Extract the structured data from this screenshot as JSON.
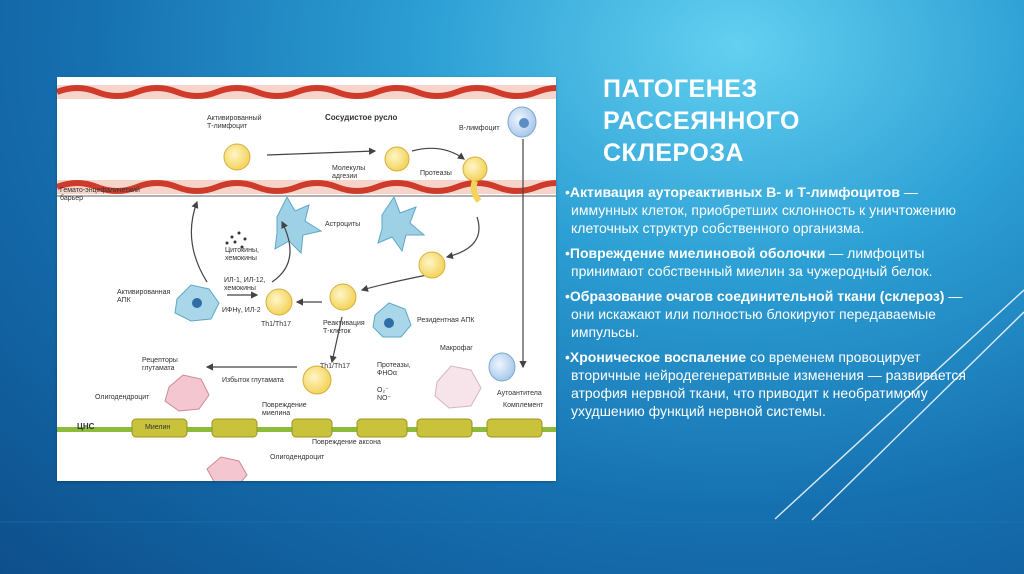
{
  "slide": {
    "title": "ПАТОГЕНЕЗ\nРАССЕЯННОГО\nСКЛЕРОЗА",
    "bullets": [
      {
        "marker": "•",
        "bold": "Активация аутореактивных В- и Т-лимфоцитов",
        "text": " — иммунных клеток, приобретших склонность к уничтожению клеточных структур собственного организма."
      },
      {
        "marker": "•",
        "bold": "Повреждение миелиновой оболочки",
        "text": " — лимфоциты принимают собственный миелин за чужеродный белок."
      },
      {
        "marker": "•",
        "bold": "Образование очагов соединительной ткани (склероз)",
        "text": " — они искажают или полностью блокируют передаваемые импульсы."
      },
      {
        "marker": "•",
        "bold": "Хроническое воспаление",
        "text": " со временем провоцирует вторичные нейродегенеративные изменения — развивается атрофия нервной ткани, что приводит к необратимому ухудшению функций нервной системы."
      }
    ]
  },
  "diagram": {
    "labels": {
      "vessel": "Сосудистое русло",
      "activated_t": "Активированный\nТ-лимфоцит",
      "b_cell": "В-лимфоцит",
      "adhesion": "Молекулы\nадгезии",
      "proteases": "Протеазы",
      "bbb": "Гемато-энцефалический\nбарьер",
      "astrocytes": "Астроциты",
      "cytokines": "Цитокины,\nхемокины",
      "activated_apc": "Активированная\nАПК",
      "il": "ИЛ-1, ИЛ-12,\nхемокины",
      "ifn": "ИФНγ, ИЛ-2",
      "th_top": "Th1/Th17",
      "reactivation": "Реактивация\nТ-клеток",
      "resident_apc": "Резидентная АПК",
      "receptors": "Рецепторы\nглутамата",
      "glutamate": "Избыток глутамата",
      "th_bottom": "Th1/Th17",
      "macrophage": "Макрофаг",
      "proteases_tnf": "Протеазы,\nФНОα",
      "ros": "O₂⁻\nNO⁻",
      "autoantibodies": "Аутоантитела",
      "complement": "Комплемент",
      "oligo_top": "Олигодендроцит",
      "myelin_damage": "Повреждение\nмиелина",
      "cns": "ЦНС",
      "myelin": "Миелин",
      "axon_damage": "Повреждение аксона",
      "oligo_bottom": "Олигодендроцит"
    }
  }
}
